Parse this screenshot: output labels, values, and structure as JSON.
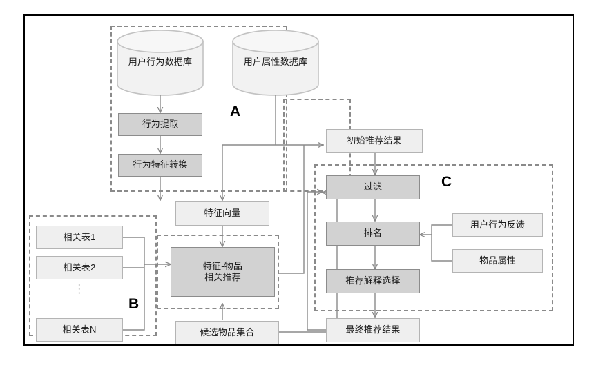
{
  "diagram": {
    "title": "",
    "colors": {
      "frame": "#000000",
      "dashed_group": "#8a8a8a",
      "node_light_fill": "#efefef",
      "node_light_border": "#b4b4b4",
      "node_dark_fill": "#d2d2d2",
      "node_dark_border": "#8c8c8c",
      "connector": "#808080",
      "text": "#1a1a1a"
    },
    "group_labels": {
      "a": "A",
      "b": "B",
      "c": "C"
    },
    "datastores": [
      {
        "id": "user-behavior-db",
        "label": "用户行为数据库"
      },
      {
        "id": "user-attribute-db",
        "label": "用户属性数据库"
      }
    ],
    "nodes": {
      "behavior_extract": "行为提取",
      "behavior_feature_transform": "行为特征转换",
      "feature_vector": "特征向量",
      "related_table_1": "相关表1",
      "related_table_2": "相关表2",
      "related_table_n": "相关表N",
      "feature_item_recommend": "特征-物品\n相关推荐",
      "feature_item_recommend_line1": "特征-物品",
      "feature_item_recommend_line2": "相关推荐",
      "candidate_item_set": "候选物品集合",
      "initial_recommend_result": "初始推荐结果",
      "filter": "过滤",
      "rank": "排名",
      "recommend_explain_select": "推荐解释选择",
      "final_recommend_result": "最终推荐结果",
      "user_behavior_feedback": "用户行为反馈",
      "item_attribute": "物品属性"
    },
    "ellipsis": "⋮"
  }
}
